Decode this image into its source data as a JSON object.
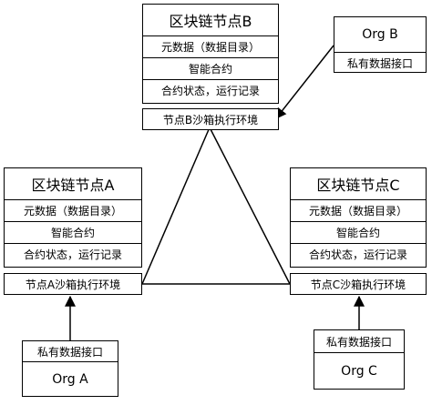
{
  "node_b": {
    "title": "区块链节点B",
    "rows": [
      "元数据（数据目录）",
      "智能合约",
      "合约状态，运行记录"
    ],
    "sandbox": "节点B沙箱执行环境"
  },
  "node_a": {
    "title": "区块链节点A",
    "rows": [
      "元数据（数据目录）",
      "智能合约",
      "合约状态，运行记录"
    ],
    "sandbox": "节点A沙箱执行环境"
  },
  "node_c": {
    "title": "区块链节点C",
    "rows": [
      "元数据（数据目录）",
      "智能合约",
      "合约状态，运行记录"
    ],
    "sandbox": "节点C沙箱执行环境"
  },
  "org_b": {
    "name": "Org B",
    "interface": "私有数据接口"
  },
  "org_a": {
    "name": "Org A",
    "interface": "私有数据接口"
  },
  "org_c": {
    "name": "Org C",
    "interface": "私有数据接口"
  }
}
